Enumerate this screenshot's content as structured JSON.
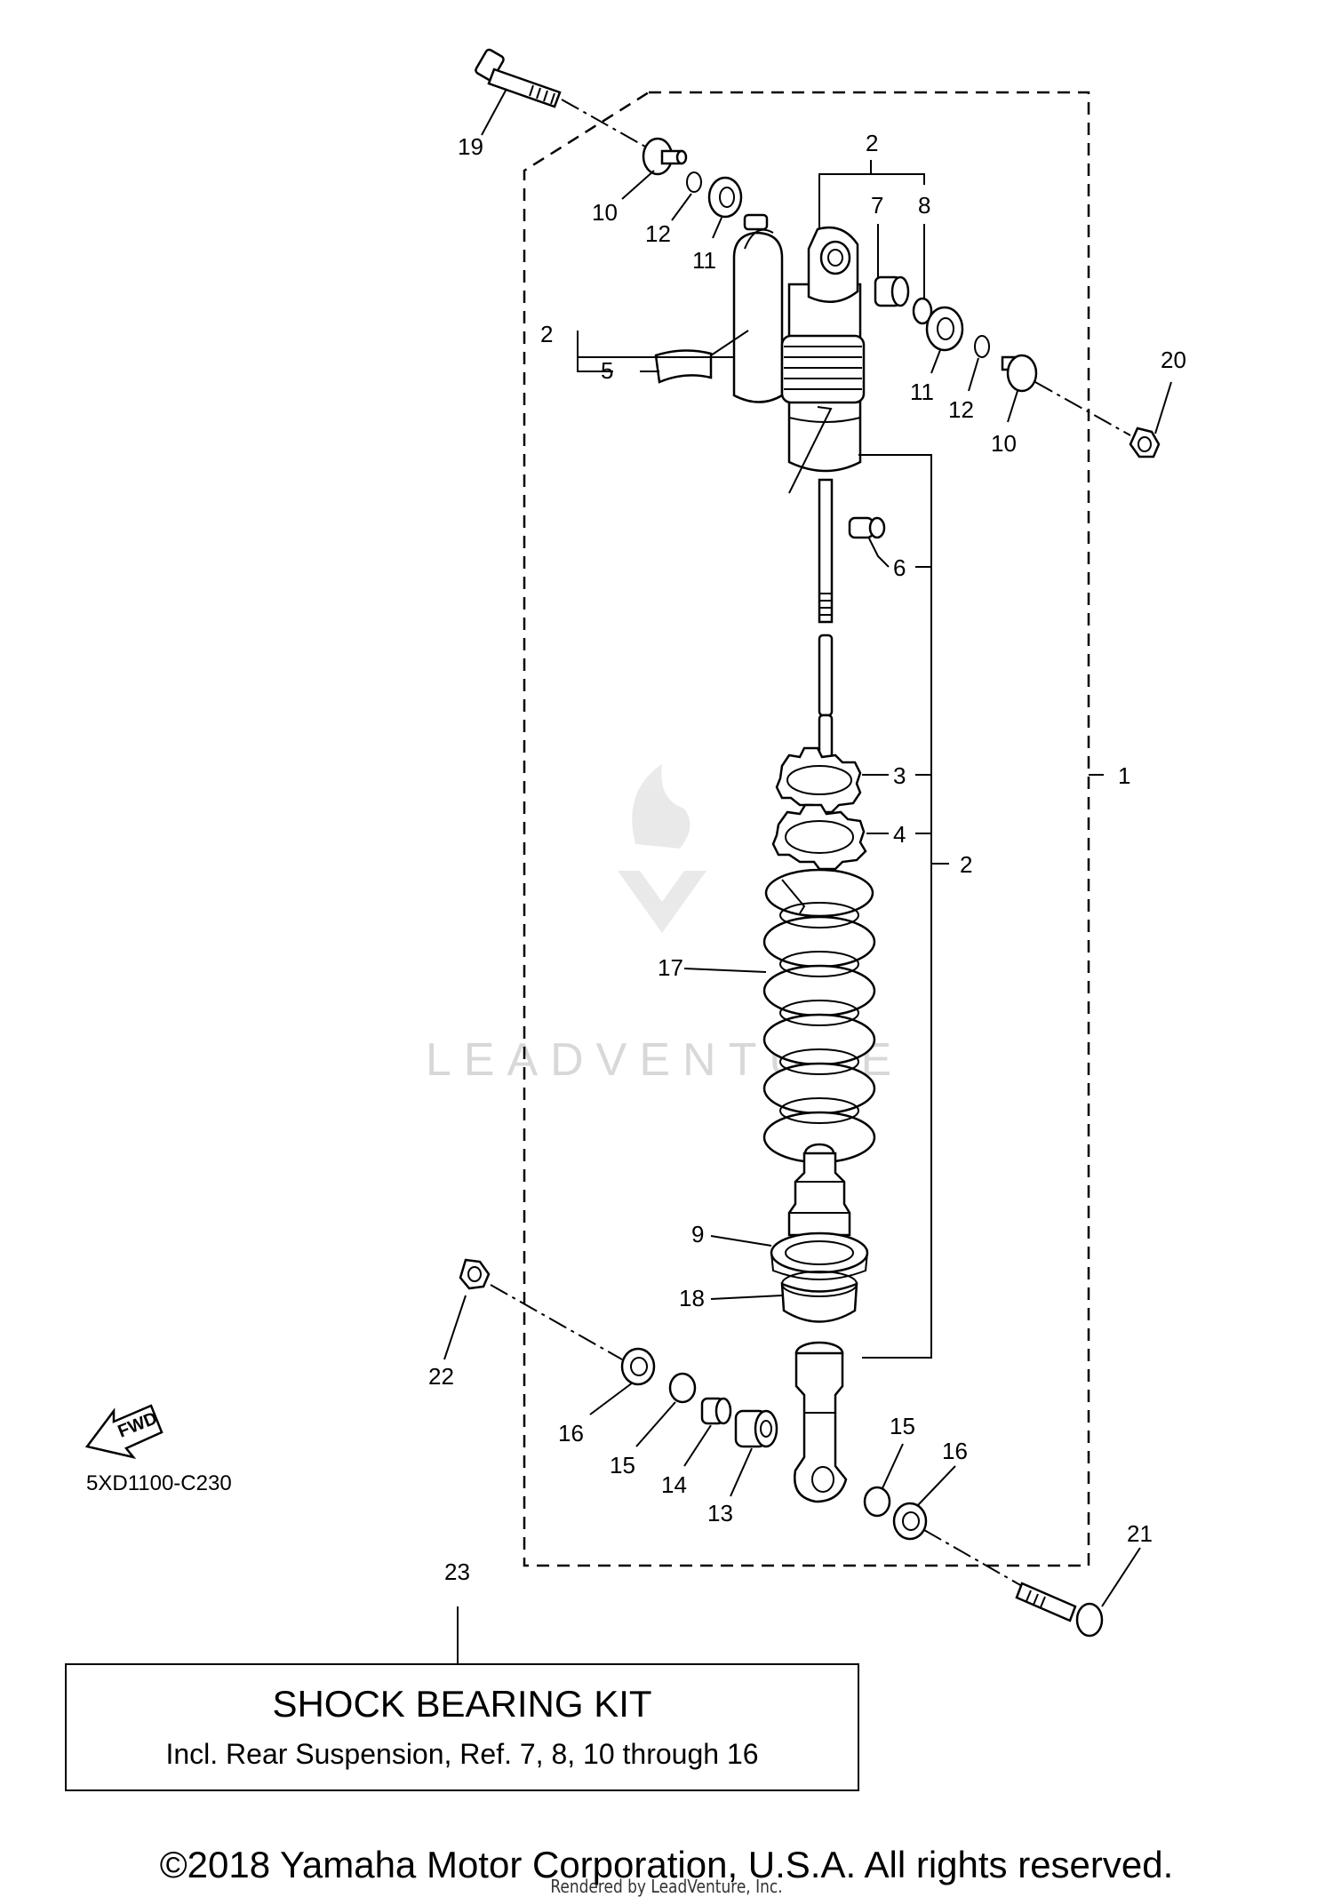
{
  "diagram": {
    "code": "5XD1100-C230",
    "fwd_label": "FWD",
    "watermark": "LEADVENTURE",
    "callouts": {
      "c1": "1",
      "c2a": "2",
      "c2b": "2",
      "c2c": "2",
      "c3": "3",
      "c4": "4",
      "c5": "5",
      "c6": "6",
      "c7": "7",
      "c8": "8",
      "c9": "9",
      "c10a": "10",
      "c10b": "10",
      "c11a": "11",
      "c11b": "11",
      "c12a": "12",
      "c12b": "12",
      "c13": "13",
      "c14": "14",
      "c15a": "15",
      "c15b": "15",
      "c16a": "16",
      "c16b": "16",
      "c17": "17",
      "c18": "18",
      "c19": "19",
      "c20": "20",
      "c21": "21",
      "c22": "22",
      "c23": "23"
    }
  },
  "kit": {
    "title": "SHOCK BEARING KIT",
    "subtitle": "Incl. Rear Suspension, Ref. 7, 8, 10 through 16"
  },
  "footer": {
    "copyright": "©2018 Yamaha Motor Corporation, U.S.A. All rights reserved.",
    "rendered_by": "Rendered by LeadVenture, Inc."
  }
}
